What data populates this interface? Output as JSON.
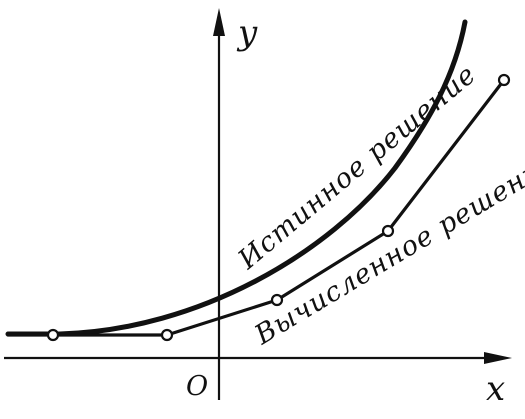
{
  "diagram": {
    "axes": {
      "x_label": "x",
      "y_label": "y",
      "origin_label": "O"
    },
    "curves": [
      {
        "id": "true",
        "label": "Истинное решение"
      },
      {
        "id": "computed",
        "label": "Вычисленное решение",
        "node_count": 5
      }
    ]
  }
}
